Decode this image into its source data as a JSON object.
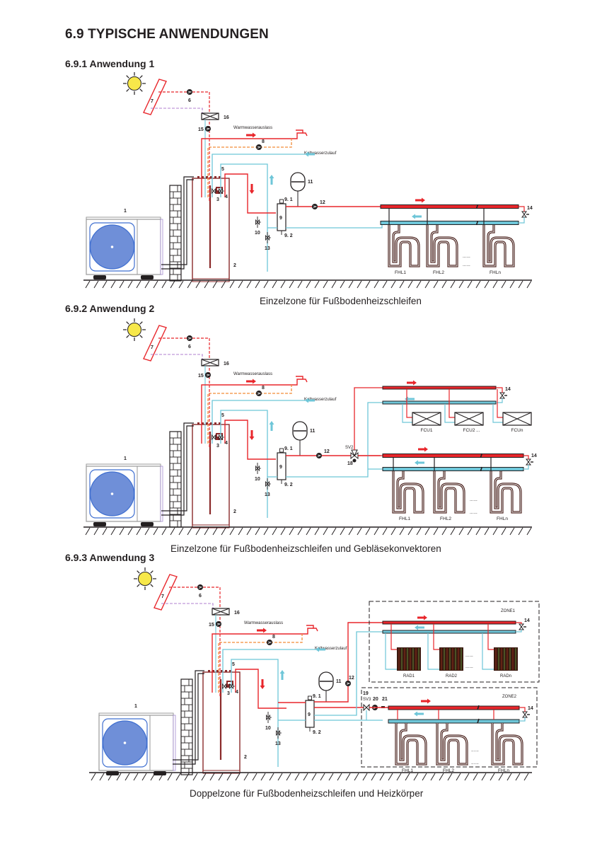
{
  "page": {
    "title": "6.9 TYPISCHE ANWENDUNGEN"
  },
  "colors": {
    "hot_pipe": "#e8262b",
    "cold_pipe": "#6ec6d8",
    "solar_return": "#b07fd0",
    "dhw_dashed": "#f28c38",
    "tank_outline": "#8a2a2a",
    "heat_pump_fan": "#6f8fd8",
    "sun": "#f7e84a",
    "ground": "#231f20",
    "radiator": "#4a2a1a"
  },
  "applications": [
    {
      "heading": "6.9.1 Anwendung 1",
      "caption": "Einzelzone für Fußbodenheizschleifen",
      "labels": {
        "hot_water_outlet": "Warmwasserauslass",
        "cold_water_inlet": "Kaltwasserzulauf"
      },
      "components": [
        "1",
        "2",
        "3",
        "4",
        "5",
        "6",
        "7",
        "8",
        "9",
        "9. 1",
        "9. 2",
        "10",
        "11",
        "12",
        "13",
        "14",
        "15",
        "16"
      ],
      "loops": [
        "FHL1",
        "FHL2",
        "FHLn"
      ],
      "ellipsis": "......"
    },
    {
      "heading": "6.9.2 Anwendung 2",
      "caption": "Einzelzone für Fußbodenheizschleifen und Gebläsekonvektoren",
      "labels": {
        "hot_water_outlet": "Warmwasserauslass",
        "cold_water_inlet": "Kaltwasserzulauf",
        "valve": "SV2"
      },
      "components": [
        "1",
        "2",
        "3",
        "4",
        "5",
        "6",
        "7",
        "8",
        "9",
        "9. 1",
        "9. 2",
        "10",
        "11",
        "12",
        "13",
        "14",
        "15",
        "16",
        "18"
      ],
      "fan_coils": [
        "FCU1",
        "FCU2",
        "FCUn"
      ],
      "loops": [
        "FHL1",
        "FHL2",
        "FHLn"
      ],
      "ellipsis": "......",
      "fcu_ellipsis": "..."
    },
    {
      "heading": "6.9.3 Anwendung 3",
      "caption": "Doppelzone für Fußbodenheizschleifen und Heizkörper",
      "labels": {
        "hot_water_outlet": "Warmwasserauslass",
        "cold_water_inlet": "Kaltwasserzulauf",
        "zone1": "ZONE1",
        "zone2": "ZONE2",
        "mixing_valve": "SV3"
      },
      "components": [
        "1",
        "2",
        "3",
        "4",
        "5",
        "6",
        "7",
        "8",
        "9",
        "9. 1",
        "9. 2",
        "10",
        "11",
        "12",
        "13",
        "14",
        "15",
        "16",
        "19",
        "20",
        "21"
      ],
      "radiators": [
        "RAD1",
        "RAD2",
        "RADn"
      ],
      "loops": [
        "FHL1",
        "FHL2",
        "FHLn"
      ],
      "ellipsis": "......"
    }
  ]
}
